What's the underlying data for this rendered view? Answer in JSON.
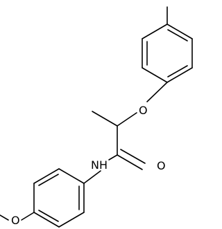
{
  "molecule": {
    "atoms": {
      "o_ether": "O",
      "o_carbonyl": "O",
      "nh": "NH",
      "o_methoxy": "O"
    }
  }
}
